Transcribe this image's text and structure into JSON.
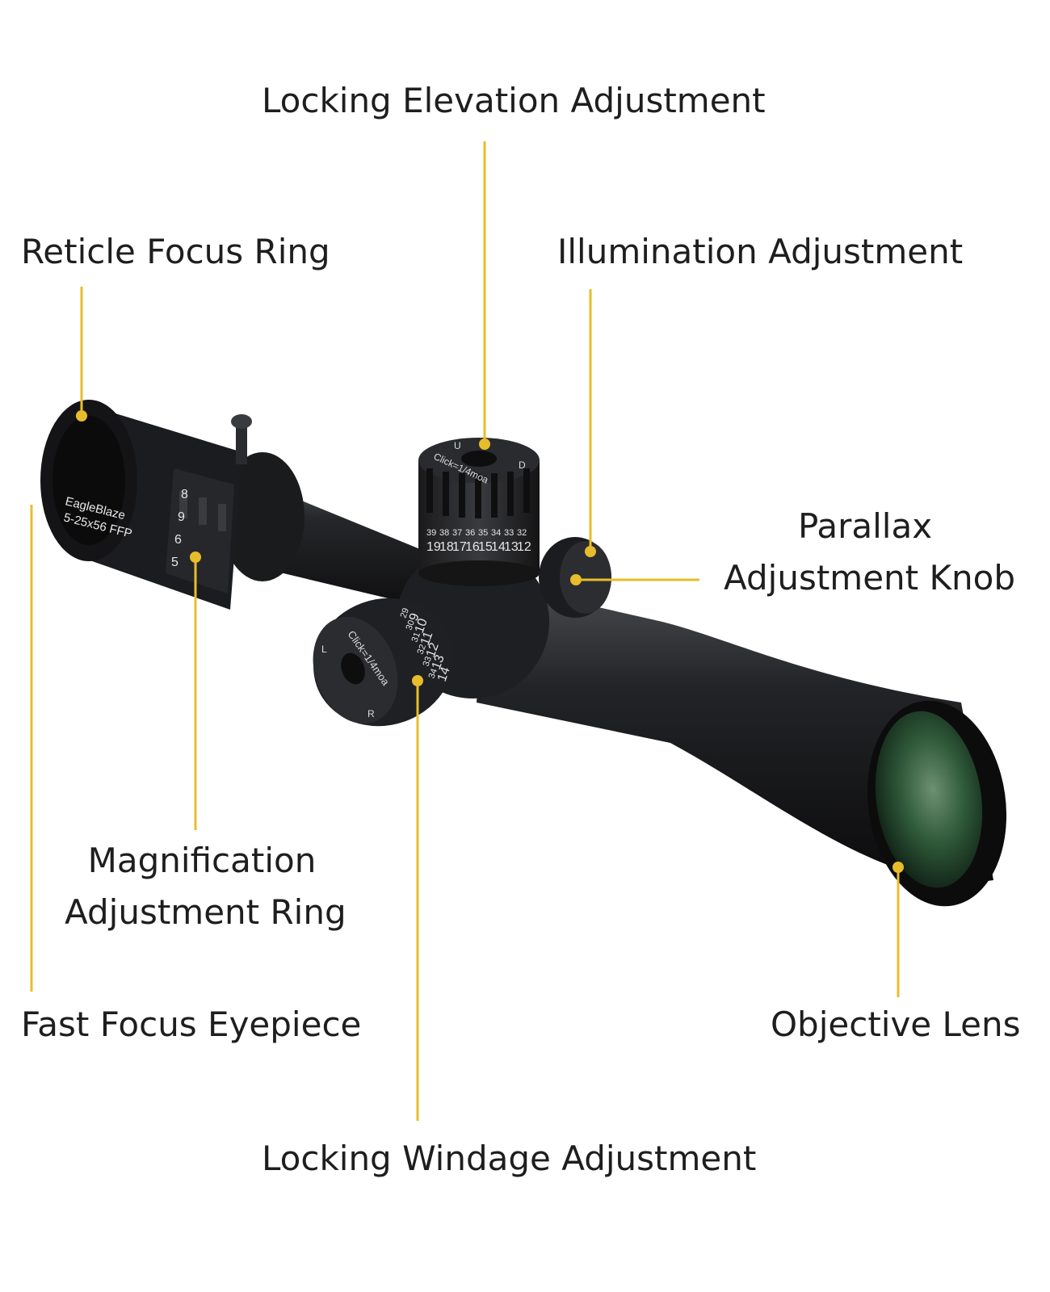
{
  "colors": {
    "leader": "#e8bd2c",
    "body": "#1c1c1e",
    "text": "#1e1e1e",
    "lens": "#2f5a3a"
  },
  "labels": {
    "elevation": "Locking Elevation Adjustment",
    "reticle": "Reticle Focus Ring",
    "illumination": "Illumination Adjustment",
    "parallax_l1": "Parallax",
    "parallax_l2": "Adjustment Knob",
    "magnification_l1": "Magnification",
    "magnification_l2": "Adjustment Ring",
    "eyepiece": "Fast Focus Eyepiece",
    "objective": "Objective Lens",
    "windage": "Locking Windage Adjustment"
  },
  "scope_markings": {
    "brand": "EagleBlaze",
    "model": "5-25x56 FFP",
    "turret_top_click": "Click=1/4moa",
    "turret_side_click": "Click=1/4moa",
    "elev_numbers_small": [
      "39",
      "38",
      "37",
      "36",
      "35",
      "34",
      "33",
      "32"
    ],
    "elev_numbers_large": [
      "19",
      "18",
      "17",
      "16",
      "15",
      "14",
      "13",
      "12"
    ],
    "wind_numbers_large": [
      "9",
      "10",
      "11",
      "12",
      "13",
      "14"
    ],
    "wind_numbers_small": [
      "29",
      "30",
      "31",
      "32",
      "33",
      "34"
    ],
    "mag_numbers": [
      "8",
      "9",
      "6",
      "5"
    ],
    "turret_top_up": "U",
    "turret_top_down": "D",
    "turret_side_left": "L",
    "turret_side_right": "R"
  }
}
